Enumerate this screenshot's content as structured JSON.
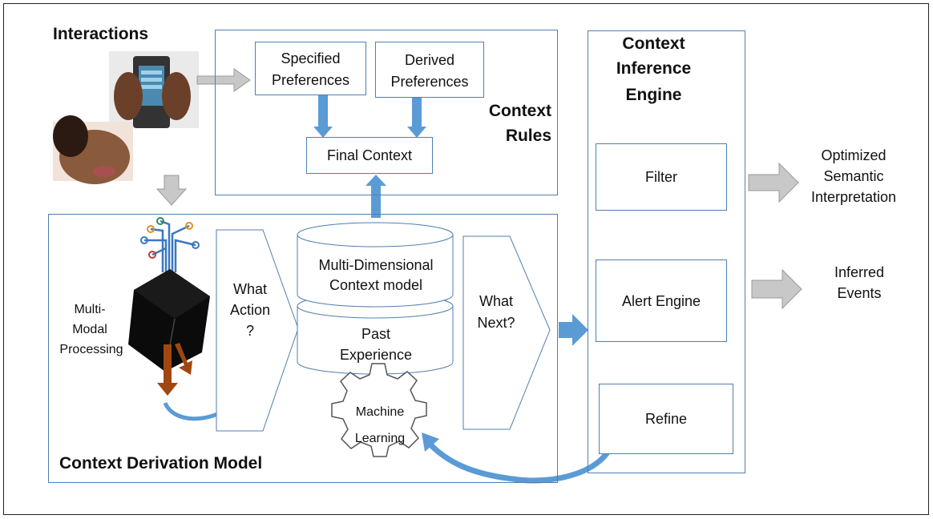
{
  "interactions_label": "Interactions",
  "context_rules": {
    "title_line1": "Context",
    "title_line2": "Rules",
    "specified_line1": "Specified",
    "specified_line2": "Preferences",
    "derived_line1": "Derived",
    "derived_line2": "Preferences",
    "final_context": "Final Context"
  },
  "inference_engine": {
    "title_line1": "Context",
    "title_line2": "Inference",
    "title_line3": "Engine",
    "filter": "Filter",
    "alert": "Alert Engine",
    "refine": "Refine"
  },
  "outputs": {
    "optimized_line1": "Optimized",
    "optimized_line2": "Semantic",
    "optimized_line3": "Interpretation",
    "inferred_line1": "Inferred",
    "inferred_line2": "Events"
  },
  "derivation": {
    "title": "Context Derivation Model",
    "mm_line1": "Multi-",
    "mm_line2": "Modal",
    "mm_line3": "Processing",
    "what_action_line1": "What",
    "what_action_line2": "Action",
    "what_action_line3": "?",
    "mdcm_line1": "Multi-Dimensional",
    "mdcm_line2": "Context model",
    "past_line1": "Past",
    "past_line2": "Experience",
    "what_next_line1": "What",
    "what_next_line2": "Next?",
    "ml_line1": "Machine",
    "ml_line2": "Learning"
  },
  "colors": {
    "box_border": "#4f7fb0",
    "arrow_blue": "#5b9bd5",
    "arrow_gray": "#c8c8c8",
    "arrow_brown": "#a0470f"
  }
}
